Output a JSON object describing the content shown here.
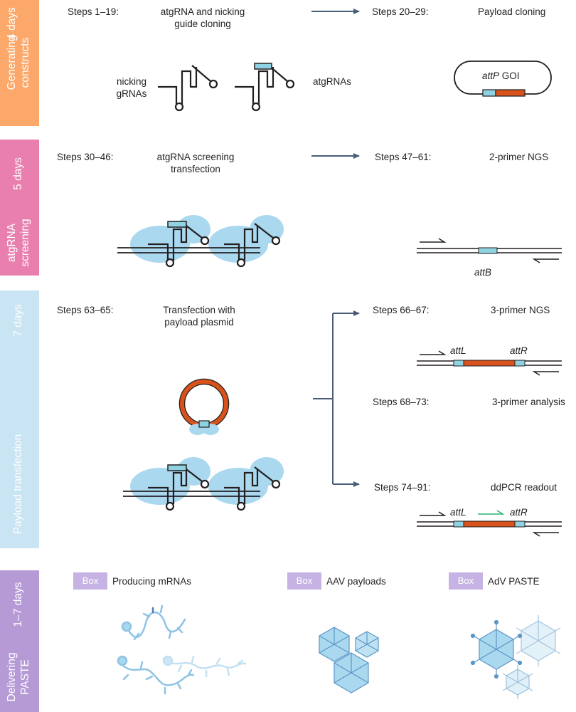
{
  "colors": {
    "orange_band": "#fba86a",
    "pink_band": "#e87fae",
    "blue_band": "#c9e4f2",
    "purple_band": "#b69ad6",
    "box_tag": "#c6b3e3",
    "arrow": "#4a5d78",
    "payload_orange": "#d8521b",
    "site_blue": "#8fd3e2",
    "protein_blue": "#a9d8ef",
    "ngs_green": "#29b473"
  },
  "bands": [
    {
      "days": "4 days",
      "name_lines": [
        "Generating",
        "constructs"
      ]
    },
    {
      "days": "5 days",
      "name_lines": [
        "atgRNA",
        "screening"
      ]
    },
    {
      "days": "7 days",
      "name_lines": [
        "Payload transfection"
      ]
    },
    {
      "days": "1–7 days",
      "name_lines": [
        "Delivering",
        "PASTE"
      ]
    }
  ],
  "section1": {
    "left_steps": "Steps 1–19:",
    "left_title": [
      "atgRNA and nicking",
      "guide cloning"
    ],
    "right_steps": "Steps 20–29:",
    "right_title": "Payload cloning",
    "nicking_label": [
      "nicking",
      "gRNAs"
    ],
    "atgrna_label": "atgRNAs",
    "plasmid_label_italic": "attP",
    "plasmid_label_rest": " GOI"
  },
  "section2": {
    "left_steps": "Steps 30–46:",
    "left_title": [
      "atgRNA screening",
      "transfection"
    ],
    "right_steps": "Steps 47–61:",
    "right_title": "2-primer NGS",
    "site_label": "attB"
  },
  "section3": {
    "left_steps": "Steps 63–65:",
    "left_title": [
      "Transfection with",
      "payload plasmid"
    ],
    "branch1_steps": "Steps 66–67:",
    "branch1_title": "3-primer NGS",
    "branch2_steps": "Steps 68–73:",
    "branch2_title": "3-primer analysis",
    "branch3_steps": "Steps 74–91:",
    "branch3_title": "ddPCR readout",
    "attL": "attL",
    "attR": "attR"
  },
  "section4": {
    "box_word": "Box",
    "items": [
      "Producing mRNAs",
      "AAV payloads",
      "AdV PASTE"
    ]
  }
}
